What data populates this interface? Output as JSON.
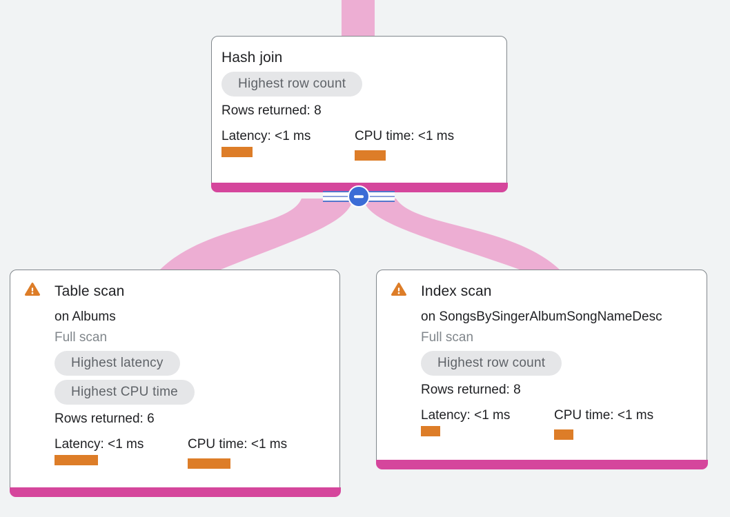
{
  "colors": {
    "background": "#f1f3f4",
    "node_accent": "#d5469c",
    "edge_pink": "#edaed3",
    "bar_orange": "#dd7d28",
    "warning_orange": "#dd7d28",
    "badge_bg": "#e5e6e8",
    "badge_text": "#5f6368",
    "text_primary": "#202124",
    "text_muted": "#80868b",
    "collapse_blue": "#3b6cd6"
  },
  "connector": {
    "collapse_icon": "minus-icon"
  },
  "nodes": {
    "hash_join": {
      "title": "Hash join",
      "badges": [
        "Highest row count"
      ],
      "rows_returned": "Rows returned: 8",
      "latency": "Latency: <1 ms",
      "cpu_time": "CPU time: <1 ms",
      "latency_bar_w": 45,
      "cpu_bar_w": 45
    },
    "table_scan": {
      "title": "Table scan",
      "target": "on Albums",
      "scan_mode": "Full scan",
      "badges": [
        "Highest latency",
        "Highest CPU time"
      ],
      "rows_returned": "Rows returned: 6",
      "latency": "Latency: <1 ms",
      "cpu_time": "CPU time: <1 ms",
      "latency_bar_w": 63,
      "cpu_bar_w": 62
    },
    "index_scan": {
      "title": "Index scan",
      "target": "on SongsBySingerAlbumSongNameDesc",
      "scan_mode": "Full scan",
      "badges": [
        "Highest row count"
      ],
      "rows_returned": "Rows returned: 8",
      "latency": "Latency: <1 ms",
      "cpu_time": "CPU time: <1 ms",
      "latency_bar_w": 28,
      "cpu_bar_w": 28
    }
  }
}
